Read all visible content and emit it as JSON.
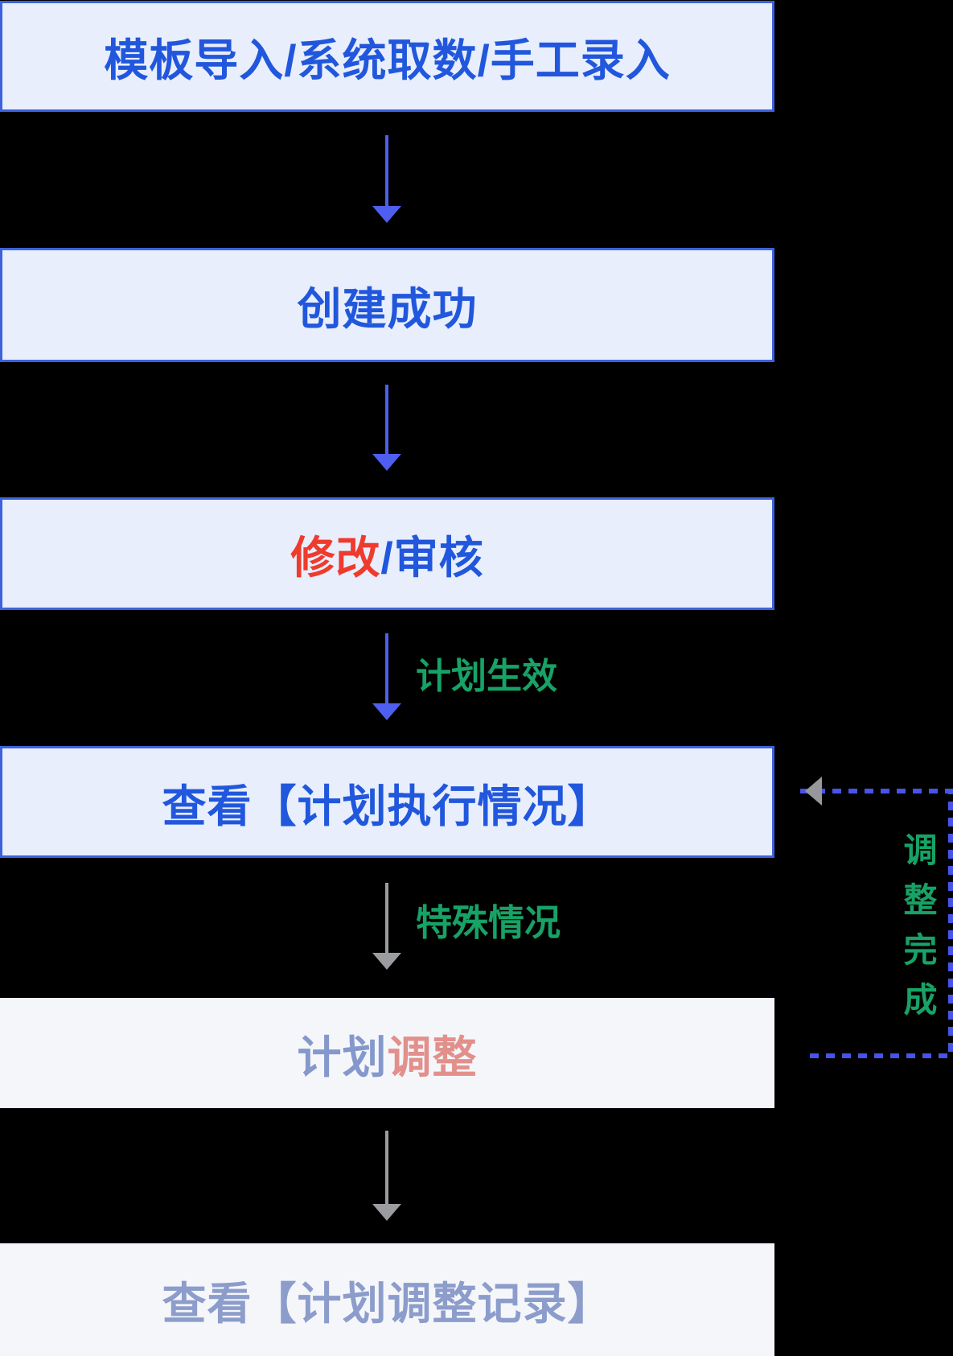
{
  "flow": {
    "steps": [
      {
        "name": "template-import",
        "segments": [
          {
            "text": "模板导入/系统取数/手工录入",
            "color": "#2157DC"
          }
        ]
      },
      {
        "name": "create-success",
        "segments": [
          {
            "text": "创建成功",
            "color": "#2157DC"
          }
        ]
      },
      {
        "name": "modify-review",
        "segments": [
          {
            "text": "修改",
            "color": "#EE3B2D"
          },
          {
            "text": "/审核",
            "color": "#2157DC"
          }
        ]
      },
      {
        "name": "view-plan-execution",
        "segments": [
          {
            "text": "查看【计划执行情况】",
            "color": "#2157DC"
          }
        ]
      },
      {
        "name": "plan-adjust",
        "segments": [
          {
            "text": "计划",
            "color": "#8598CC"
          },
          {
            "text": "调整",
            "color": "#E2908B"
          }
        ]
      },
      {
        "name": "view-adjust-records",
        "segments": [
          {
            "text": "查看【计划调整记录】",
            "color": "#8C9DCB"
          }
        ]
      }
    ],
    "edge_labels": {
      "plan_effective": "计划生效",
      "special_case": "特殊情况",
      "adjust_done": "调整完成"
    },
    "colors": {
      "background": "#000000",
      "box_fill_primary": "#E8EEFC",
      "box_border_primary": "#3C62DE",
      "box_fill_muted": "#F5F6FA",
      "text_blue": "#2157DC",
      "text_red": "#EE3B2D",
      "text_periwinkle": "#8598CC",
      "text_salmon": "#E2908B",
      "text_muted_periwinkle": "#8C9DCB",
      "label_green": "#17A266",
      "arrow_blue": "#4E5FEF",
      "arrow_gray": "#9A9CA0",
      "dashed_blue": "#4754EA",
      "dashed_arrowhead_gray": "#97989B"
    }
  }
}
